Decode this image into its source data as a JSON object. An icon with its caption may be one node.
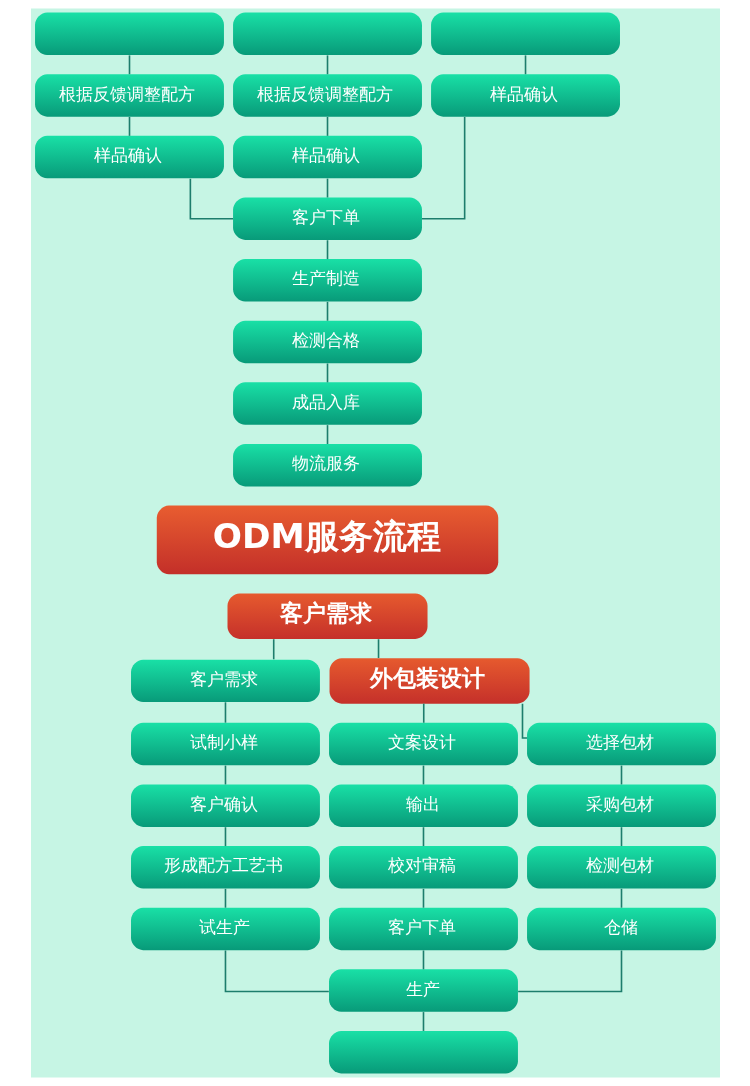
{
  "diagram": {
    "nodes": [
      {
        "text": [],
        "shape": "box"
      },
      {
        "text": [],
        "shape": "box"
      },
      {
        "text": [],
        "shape": "box"
      },
      {
        "text": [
          "根据反馈调整配方"
        ]
      },
      {
        "text": [
          "根据反馈调整配方"
        ]
      },
      {
        "text": [
          "样品确认"
        ]
      },
      {
        "text": [
          "样品确认"
        ]
      },
      {
        "text": [
          "样品确认"
        ]
      },
      {
        "text": [
          "客户下单"
        ]
      },
      {
        "text": [
          "生产制造"
        ]
      },
      {
        "text": [
          "检测合格"
        ]
      },
      {
        "text": [
          "成品入库"
        ]
      },
      {
        "text": [
          "物流服务"
        ]
      },
      {
        "text": [
          "ODM服务流程"
        ]
      },
      {
        "text": [
          "客户需求"
        ]
      },
      {
        "text": [
          "客户需求"
        ]
      },
      {
        "text": [
          "外包装设计"
        ]
      },
      {
        "text": [
          "试制小样"
        ]
      },
      {
        "text": [
          "文案设计"
        ]
      },
      {
        "text": [
          "选择包材"
        ]
      },
      {
        "text": [
          "客户确认"
        ]
      },
      {
        "text": [
          "输出"
        ]
      },
      {
        "text": [
          "采购包材"
        ]
      },
      {
        "text": [
          "形成配方工艺书"
        ]
      },
      {
        "text": [
          "校对审稿"
        ]
      },
      {
        "text": [
          "检测包材"
        ]
      },
      {
        "text": [
          "试生产"
        ]
      },
      {
        "text": [
          "客户下单"
        ]
      },
      {
        "text": [
          "仓储"
        ]
      },
      {
        "text": [
          "生产"
        ]
      },
      {
        "text": [],
        "shape": "box"
      }
    ],
    "edges": [
      {
        "from": 0,
        "to": 3,
        "arrow": "none"
      },
      {
        "from": 1,
        "to": 4,
        "arrow": "none"
      },
      {
        "from": 2,
        "to": 5,
        "arrow": "none"
      },
      {
        "from": 3,
        "to": 6,
        "arrow": "none"
      },
      {
        "from": 4,
        "to": 7,
        "arrow": "none"
      },
      {
        "from": 6,
        "to": 8,
        "arrow": "none"
      },
      {
        "from": 7,
        "to": 8,
        "arrow": "none"
      },
      {
        "from": 5,
        "to": 8,
        "arrow": "none"
      },
      {
        "from": 8,
        "to": 9,
        "arrow": "none"
      },
      {
        "from": 9,
        "to": 10,
        "arrow": "none"
      },
      {
        "from": 10,
        "to": 11,
        "arrow": "none"
      },
      {
        "from": 11,
        "to": 12,
        "arrow": "none"
      },
      {
        "from": 14,
        "to": 15,
        "arrow": "none"
      },
      {
        "from": 14,
        "to": 16,
        "arrow": "none"
      },
      {
        "from": 15,
        "to": 17,
        "arrow": "none"
      },
      {
        "from": 16,
        "to": 18,
        "arrow": "none"
      },
      {
        "from": 16,
        "to": 19,
        "arrow": "none"
      },
      {
        "from": 17,
        "to": 20,
        "arrow": "none"
      },
      {
        "from": 20,
        "to": 23,
        "arrow": "none"
      },
      {
        "from": 23,
        "to": 26,
        "arrow": "none"
      },
      {
        "from": 26,
        "to": 29,
        "arrow": "none"
      },
      {
        "from": 18,
        "to": 21,
        "arrow": "none"
      },
      {
        "from": 21,
        "to": 24,
        "arrow": "none"
      },
      {
        "from": 24,
        "to": 27,
        "arrow": "none"
      },
      {
        "from": 27,
        "to": 29,
        "arrow": "none"
      },
      {
        "from": 19,
        "to": 22,
        "arrow": "none"
      },
      {
        "from": 22,
        "to": 25,
        "arrow": "none"
      },
      {
        "from": 25,
        "to": 28,
        "arrow": "none"
      },
      {
        "from": 28,
        "to": 29,
        "arrow": "none"
      },
      {
        "from": 29,
        "to": 30,
        "arrow": "none"
      }
    ]
  }
}
